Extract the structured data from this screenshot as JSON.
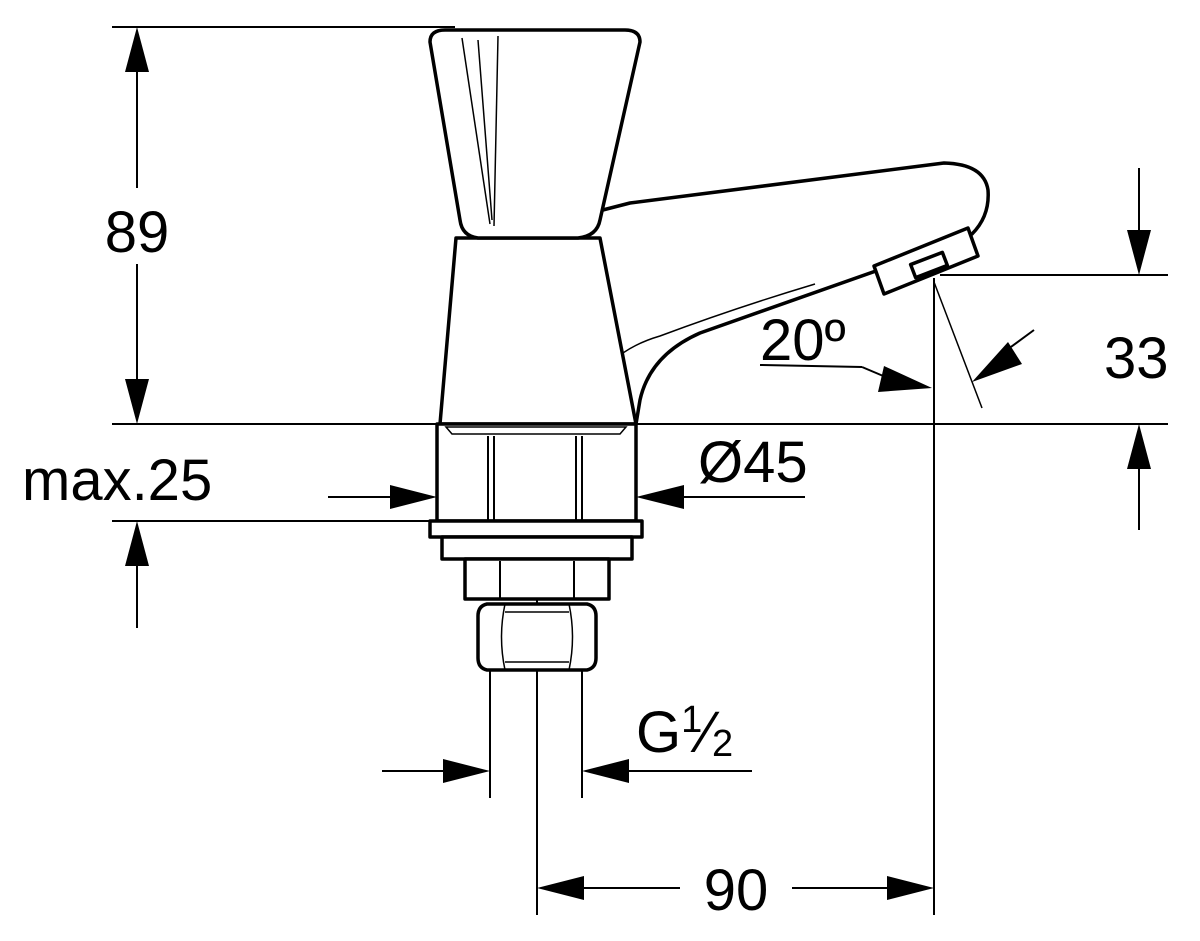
{
  "dimensions": {
    "height_total": "89",
    "outlet_height": "33",
    "spout_angle": "20º",
    "mounting_thickness": "max.25",
    "base_diameter": "Ø45",
    "thread_prefix": "G",
    "thread_num": "1",
    "thread_slash": "⁄",
    "thread_den": "2",
    "projection": "90"
  }
}
